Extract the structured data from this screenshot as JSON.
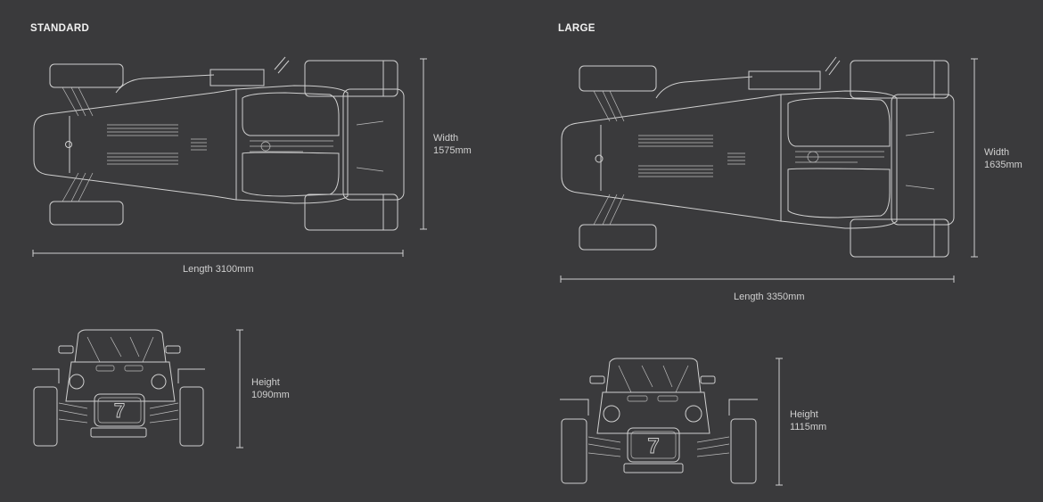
{
  "standard": {
    "title": "STANDARD",
    "length_label": "Length 3100mm",
    "width_label_1": "Width",
    "width_label_2": "1575mm",
    "height_label_1": "Height",
    "height_label_2": "1090mm"
  },
  "large": {
    "title": "LARGE",
    "length_label": "Length 3350mm",
    "width_label_1": "Width",
    "width_label_2": "1635mm",
    "height_label_1": "Height",
    "height_label_2": "1115mm"
  },
  "badge": "7"
}
